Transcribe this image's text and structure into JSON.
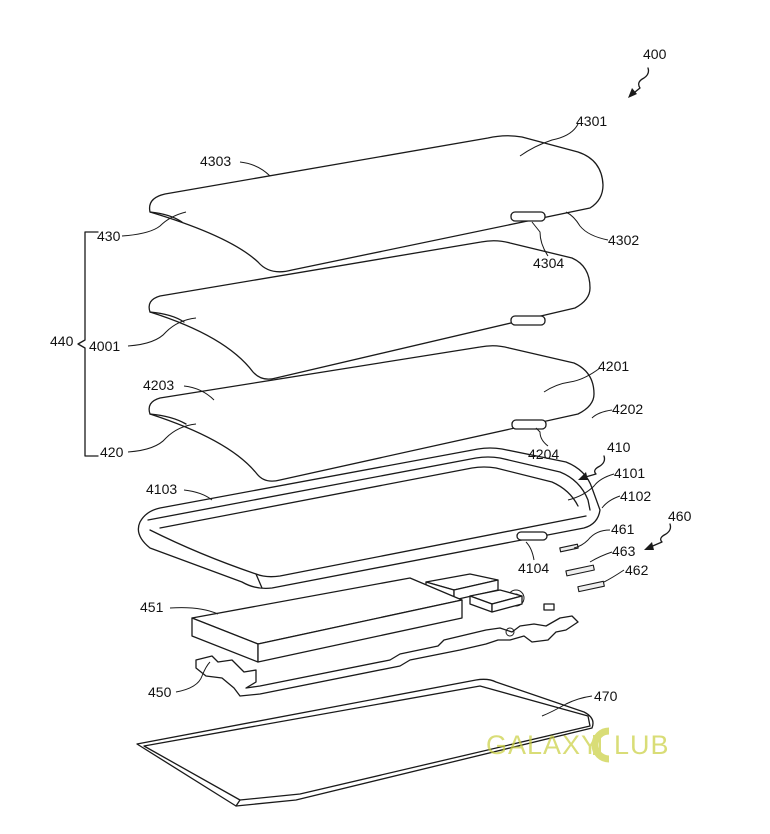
{
  "labels": {
    "l400": "400",
    "l4301": "4301",
    "l4303": "4303",
    "l430": "430",
    "l4302": "4302",
    "l4304": "4304",
    "l440": "440",
    "l4001": "4001",
    "l4203": "4203",
    "l4201": "4201",
    "l4202": "4202",
    "l420": "420",
    "l4204": "4204",
    "l410": "410",
    "l4103": "4103",
    "l4101": "4101",
    "l4102": "4102",
    "l461": "461",
    "l460": "460",
    "l463": "463",
    "l4104": "4104",
    "l462": "462",
    "l451": "451",
    "l450": "450",
    "l470": "470"
  },
  "watermark": {
    "left": "GALAXY",
    "right": "LUB",
    "color": "#c9cf3e"
  }
}
